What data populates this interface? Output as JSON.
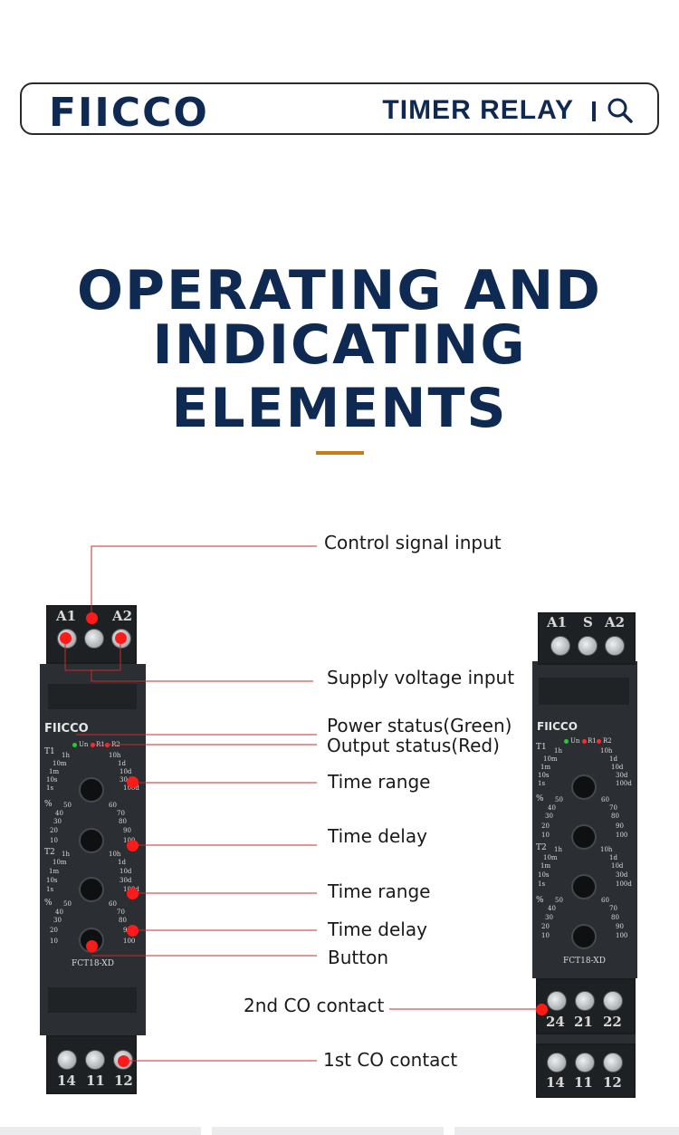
{
  "header": {
    "logo": "FIICCO",
    "title": "TIMER RELAY"
  },
  "title": {
    "line1": "OPERATING AND",
    "line2": "INDICATING  ELEMENTS"
  },
  "device_left": {
    "top_terminals": [
      "A1",
      "",
      "A2"
    ],
    "bottom_terminals": [
      "14",
      "11",
      "12"
    ],
    "brand": "FIICCO",
    "leds": [
      "Un",
      "R1",
      "R2"
    ],
    "model": "FCT18-XD",
    "t1_label": "T1",
    "t2_label": "T2",
    "pct_label": "%",
    "range_left": [
      "1h",
      "10m",
      "1m",
      "10s",
      "1s"
    ],
    "range_right": [
      "10h",
      "1d",
      "10d",
      "30d",
      "100d"
    ],
    "delay_left": [
      "50",
      "40",
      "30",
      "20",
      "10"
    ],
    "delay_right": [
      "60",
      "70",
      "80",
      "90",
      "100"
    ]
  },
  "device_right": {
    "top_terminals": [
      "A1",
      "S",
      "A2"
    ],
    "middle_terminals": [
      "24",
      "21",
      "22"
    ],
    "bottom_terminals": [
      "14",
      "11",
      "12"
    ],
    "brand": "FIICCO",
    "leds": [
      "Un",
      "R1",
      "R2"
    ],
    "model": "FCT18-XD",
    "t1_label": "T1",
    "t2_label": "T2",
    "pct_label": "%",
    "range_left": [
      "1h",
      "10m",
      "1m",
      "10s",
      "1s"
    ],
    "range_right": [
      "10h",
      "1d",
      "10d",
      "30d",
      "100d"
    ],
    "delay_left": [
      "50",
      "40",
      "30",
      "20",
      "10"
    ],
    "delay_right": [
      "60",
      "70",
      "80",
      "90",
      "100"
    ]
  },
  "callouts": {
    "control": "Control signal input",
    "supply": "Supply voltage input",
    "power": "Power status(Green)",
    "output": "Output status(Red)",
    "range1": "Time range",
    "delay1": "Time delay",
    "range2": "Time range",
    "delay2": "Time delay",
    "button": "Button",
    "co2": "2nd CO contact",
    "co1": "1st CO contact"
  },
  "colors": {
    "brand_navy": "#0f2a52",
    "accent": "#cc7a14",
    "marker_red": "#ff1a1a",
    "led_green": "#22cc33"
  }
}
